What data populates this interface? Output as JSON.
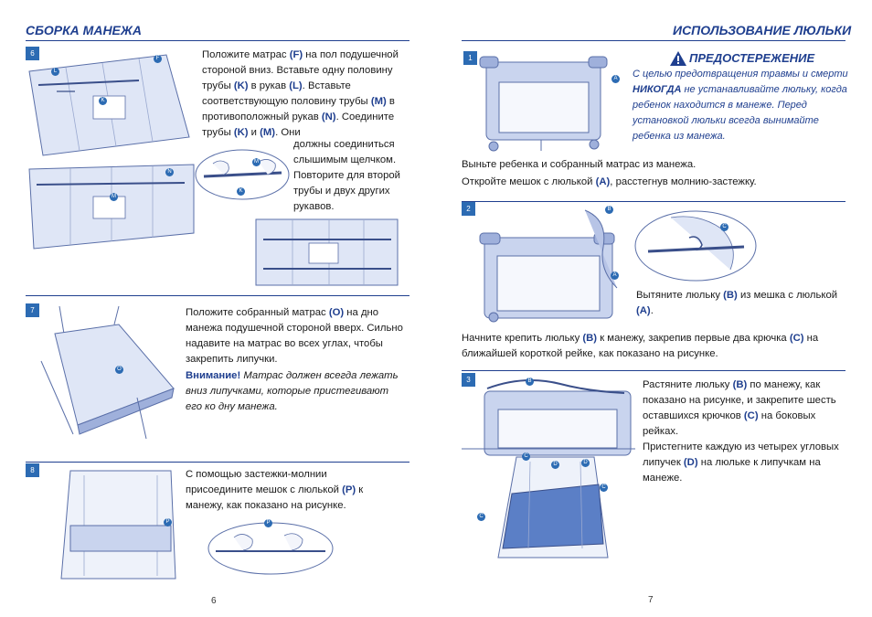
{
  "left": {
    "title": "СБОРКА МАНЕЖА",
    "page_number": "6",
    "step6": {
      "num": "6",
      "p1": "Положите матрас",
      "p1_f": "(F)",
      "p1_b": "на пол подушечной стороной вниз. Вставьте одну половину трубы",
      "p1_k": "(K)",
      "p1_c": "в рукав",
      "p1_l": "(L)",
      "p2": "Вставьте соответствующую половину трубы",
      "p2_m": "(M)",
      "p2_b": "в противоположный рукав",
      "p2_n": "(N)",
      "p2_c": ". Соедините трубы",
      "p2_k": "(K)",
      "p2_and": "и",
      "p2_m2": "(M)",
      "p2_d": ". Они",
      "p3": "должны соединиться слышимым щелчком. Повторите для второй трубы и двух других рукавов.",
      "labels": {
        "F": "F",
        "L": "L",
        "K": "K",
        "N": "N",
        "M": "M"
      }
    },
    "step7": {
      "num": "7",
      "p1": "Положите собранный матрас",
      "p1_o": "(O)",
      "p1_b": "на дно манежа подушечной стороной вверх. Сильно надавите на матрас во всех углах, чтобы закрепить липучки.",
      "warn_label": "Внимание!",
      "warn_text": "Матрас должен всегда лежать вниз липучками, которые пристегивают его ко дну манежа.",
      "labels": {
        "O": "O"
      }
    },
    "step8": {
      "num": "8",
      "p1": "С помощью застежки-молнии присоедините мешок с люлькой",
      "p1_p": "(P)",
      "p1_b": "к манежу, как показано на рисунке.",
      "labels": {
        "P": "P"
      }
    }
  },
  "right": {
    "title": "ИСПОЛЬЗОВАНИЕ ЛЮЛЬКИ",
    "page_number": "7",
    "warning": {
      "title": "ПРЕДОСТЕРЕЖЕНИЕ",
      "t1": "С целью предотвращения травмы и смерти",
      "t_strong": "НИКОГДА",
      "t2": "не устанавливайте люльку, когда ребенок находится в манеже. Перед установкой люльки всегда вынимайте ребенка из манежа."
    },
    "step1": {
      "num": "1",
      "p1": "Выньте ребенка и собранный матрас из манежа.",
      "p2": "Откройте мешок с люлькой",
      "p2_a": "(A)",
      "p2_b": ", расстегнув молнию-застежку.",
      "labels": {
        "A": "A"
      }
    },
    "step2": {
      "num": "2",
      "p1": "Вытяните люльку",
      "p1_b": "(B)",
      "p1_c": "из мешка с люлькой",
      "p1_a": "(A)",
      "p1_d": ".",
      "p2": "Начните крепить люльку",
      "p2_b": "(B)",
      "p2_c": "к манежу, закрепив первые два крючка",
      "p2_cc": "(C)",
      "p2_d": "на ближайшей короткой рейке, как показано на рисунке.",
      "labels": {
        "B": "B",
        "A": "A",
        "C": "C"
      }
    },
    "step3": {
      "num": "3",
      "p1": "Растяните люльку",
      "p1_b": "(B)",
      "p1_c": "по манежу, как показано на рисунке, и закрепите шесть оставшихся крючков",
      "p1_cc": "(C)",
      "p1_d": "на боковых рейках.",
      "p2": "Пристегните каждую из четырех угловых липучек",
      "p2_d": "(D)",
      "p2_e": "на люльке к липучкам на манеже.",
      "labels": {
        "B": "B",
        "C": "C",
        "D": "D"
      }
    }
  },
  "colors": {
    "accent": "#1f3f8f",
    "badge": "#2c6bb3",
    "illustration": "#c9d4ee",
    "outline": "#5a6fa8"
  }
}
